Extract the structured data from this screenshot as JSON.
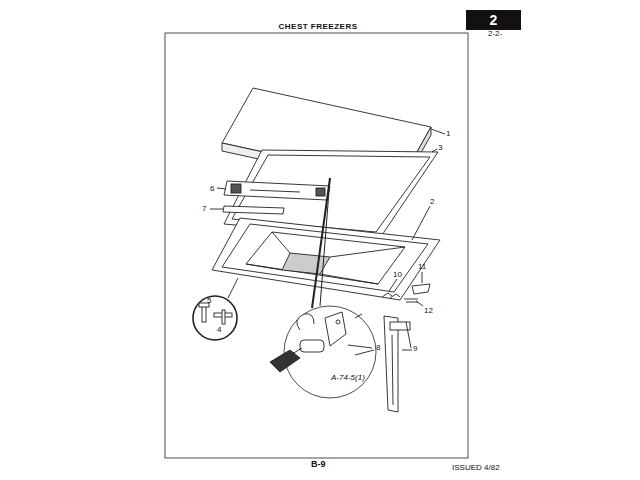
{
  "diagram": {
    "title": "CHEST FREEZERS",
    "nodes": [
      {
        "text": [
          "2"
        ]
      }
    ],
    "edges": [],
    "labels": [
      "1",
      "3",
      "6",
      "7",
      "2",
      "5",
      "4",
      "10",
      "11",
      "12",
      "8",
      "9",
      "A-74-5(1)",
      "B-9",
      "ISSUED 4/82",
      "2-2-"
    ]
  }
}
